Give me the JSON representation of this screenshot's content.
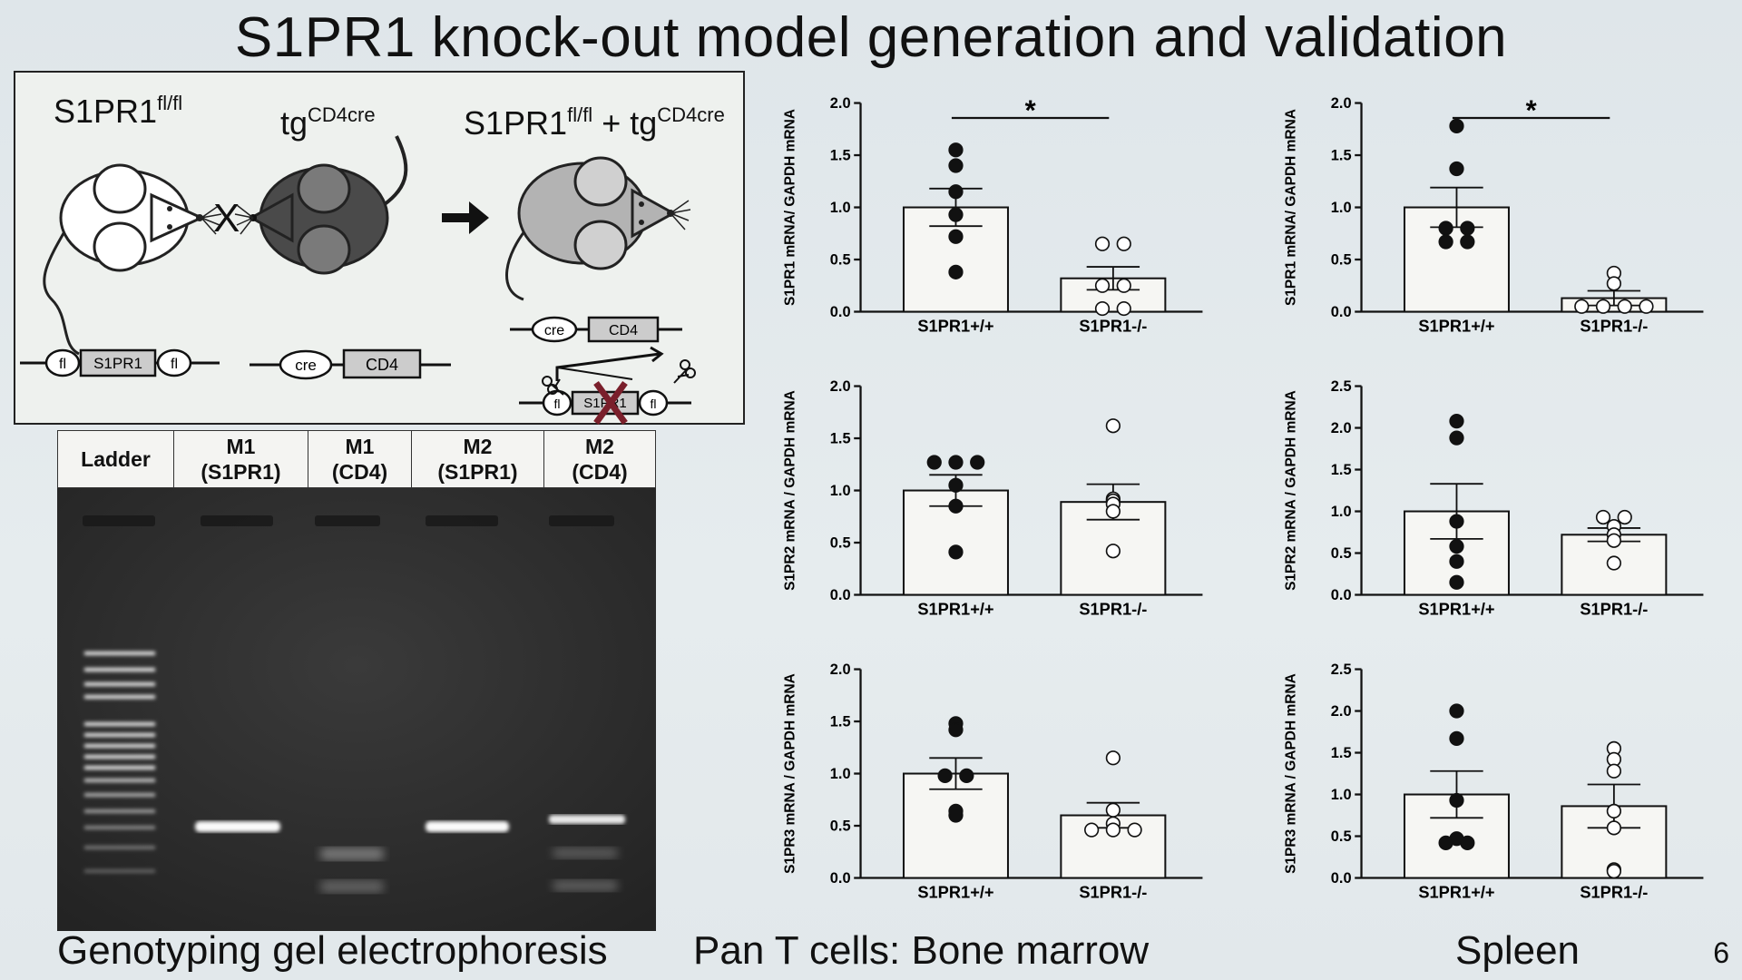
{
  "slide": {
    "title": "S1PR1 knock-out model generation and validation",
    "page_number": "6"
  },
  "schematic": {
    "mouse1_label": "S1PR1",
    "mouse1_sup": "fl/fl",
    "mouse2_label": "tg",
    "mouse2_sup": "CD4cre",
    "cross_symbol": "X",
    "offspring_label": "S1PR1",
    "offspring_sup1": "fl/fl",
    "offspring_plus": " + tg",
    "offspring_sup2": "CD4cre",
    "construct1": {
      "left": "fl",
      "gene": "S1PR1",
      "right": "fl"
    },
    "construct2": {
      "left": "cre",
      "gene": "CD4"
    },
    "construct3": {
      "left": "cre",
      "gene": "CD4"
    },
    "construct4": {
      "left": "fl",
      "gene": "S1PR1",
      "right": "fl"
    }
  },
  "gel": {
    "headers": [
      "Ladder",
      "M1\n(S1PR1)",
      "M1\n(CD4)",
      "M2\n(S1PR1)",
      "M2\n(CD4)"
    ]
  },
  "captions": {
    "gel": "Genotyping gel electrophoresis",
    "bone_marrow": "Pan T cells: Bone marrow",
    "spleen": "Spleen"
  },
  "chart_data": [
    {
      "type": "bar",
      "id": "bm_s1pr1",
      "ylabel": "S1PR1 mRNA/ GAPDH mRNA",
      "categories": [
        "S1PR1+/+",
        "S1PR1-/-"
      ],
      "values": [
        1.0,
        0.32
      ],
      "sem": [
        0.18,
        0.11
      ],
      "points": [
        [
          1.55,
          1.4,
          1.15,
          0.93,
          0.72,
          0.38
        ],
        [
          0.65,
          0.65,
          0.25,
          0.25,
          0.03,
          0.03
        ]
      ],
      "ylim": [
        0,
        2.0
      ],
      "yticks": [
        "0.0",
        "0.5",
        "1.0",
        "1.5",
        "2.0"
      ],
      "significance": "*"
    },
    {
      "type": "bar",
      "id": "sp_s1pr1",
      "ylabel": "S1PR1 mRNA/ GAPDH mRNA",
      "categories": [
        "S1PR1+/+",
        "S1PR1-/-"
      ],
      "values": [
        1.0,
        0.13
      ],
      "sem": [
        0.19,
        0.07
      ],
      "points": [
        [
          1.78,
          1.37,
          0.8,
          0.8,
          0.67,
          0.67
        ],
        [
          0.37,
          0.27,
          0.05,
          0.05,
          0.05,
          0.05
        ]
      ],
      "ylim": [
        0,
        2.0
      ],
      "yticks": [
        "0.0",
        "0.5",
        "1.0",
        "1.5",
        "2.0"
      ],
      "significance": "*"
    },
    {
      "type": "bar",
      "id": "bm_s1pr2",
      "ylabel": "S1PR2 mRNA / GAPDH mRNA",
      "categories": [
        "S1PR1+/+",
        "S1PR1-/-"
      ],
      "values": [
        1.0,
        0.89
      ],
      "sem": [
        0.15,
        0.17
      ],
      "points": [
        [
          1.27,
          1.27,
          1.27,
          1.05,
          0.85,
          0.41
        ],
        [
          1.62,
          0.92,
          0.9,
          0.87,
          0.8,
          0.42
        ]
      ],
      "ylim": [
        0,
        2.0
      ],
      "yticks": [
        "0.0",
        "0.5",
        "1.0",
        "1.5",
        "2.0"
      ],
      "significance": ""
    },
    {
      "type": "bar",
      "id": "sp_s1pr2",
      "ylabel": "S1PR2 mRNA / GAPDH mRNA",
      "categories": [
        "S1PR1+/+",
        "S1PR1-/-"
      ],
      "values": [
        1.0,
        0.72
      ],
      "sem": [
        0.33,
        0.08
      ],
      "points": [
        [
          2.08,
          1.88,
          0.88,
          0.58,
          0.4,
          0.15
        ],
        [
          0.93,
          0.93,
          0.82,
          0.72,
          0.65,
          0.38
        ]
      ],
      "ylim": [
        0,
        2.5
      ],
      "yticks": [
        "0.0",
        "0.5",
        "1.0",
        "1.5",
        "2.0",
        "2.5"
      ],
      "significance": ""
    },
    {
      "type": "bar",
      "id": "bm_s1pr3",
      "ylabel": "S1PR3 mRNA / GAPDH mRNA",
      "categories": [
        "S1PR1+/+",
        "S1PR1-/-"
      ],
      "values": [
        1.0,
        0.6
      ],
      "sem": [
        0.15,
        0.12
      ],
      "points": [
        [
          1.48,
          1.42,
          0.98,
          0.98,
          0.64,
          0.6
        ],
        [
          1.15,
          0.65,
          0.52,
          0.46,
          0.46,
          0.46
        ]
      ],
      "ylim": [
        0,
        2.0
      ],
      "yticks": [
        "0.0",
        "0.5",
        "1.0",
        "1.5",
        "2.0"
      ],
      "significance": ""
    },
    {
      "type": "bar",
      "id": "sp_s1pr3",
      "ylabel": "S1PR3 mRNA / GAPDH mRNA",
      "categories": [
        "S1PR1+/+",
        "S1PR1-/-"
      ],
      "values": [
        1.0,
        0.86
      ],
      "sem": [
        0.28,
        0.26
      ],
      "points": [
        [
          2.0,
          1.67,
          0.93,
          0.47,
          0.42,
          0.42
        ],
        [
          1.55,
          1.42,
          1.28,
          0.8,
          0.6,
          0.1,
          0.08
        ]
      ],
      "ylim": [
        0,
        2.5
      ],
      "yticks": [
        "0.0",
        "0.5",
        "1.0",
        "1.5",
        "2.0",
        "2.5"
      ],
      "significance": ""
    }
  ]
}
